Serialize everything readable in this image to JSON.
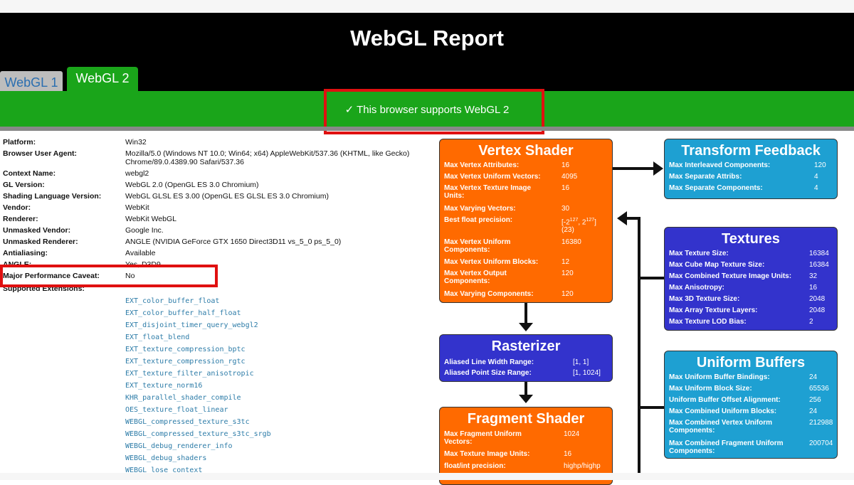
{
  "header": {
    "title": "WebGL Report"
  },
  "tabs": [
    {
      "label": "WebGL 1"
    },
    {
      "label": "WebGL 2"
    }
  ],
  "support_message": "✓ This browser supports WebGL 2",
  "colors": {
    "header_bg": "#000000",
    "green": "#1aa51a",
    "highlight": "#e01010",
    "vertex": "#ff6a00",
    "fragment": "#ff6a00",
    "rasterizer": "#3333cc",
    "textures": "#3333cc",
    "transform_feedback": "#1ea0d2",
    "uniform_buffers": "#1ea0d2",
    "extension_text": "#2d7ca8"
  },
  "info": [
    {
      "key": "Platform:",
      "value": "Win32"
    },
    {
      "key": "Browser User Agent:",
      "value": "Mozilla/5.0 (Windows NT 10.0; Win64; x64) AppleWebKit/537.36 (KHTML, like Gecko)",
      "value2": "Chrome/89.0.4389.90 Safari/537.36"
    },
    {
      "key": "Context Name:",
      "value": "webgl2"
    },
    {
      "key": "GL Version:",
      "value": "WebGL 2.0 (OpenGL ES 3.0 Chromium)"
    },
    {
      "key": "Shading Language Version:",
      "value": "WebGL GLSL ES 3.00 (OpenGL ES GLSL ES 3.0 Chromium)"
    },
    {
      "key": "Vendor:",
      "value": "WebKit"
    },
    {
      "key": "Renderer:",
      "value": "WebKit WebGL"
    },
    {
      "key": "Unmasked Vendor:",
      "value": "Google Inc."
    },
    {
      "key": "Unmasked Renderer:",
      "value": "ANGLE (NVIDIA GeForce GTX 1650 Direct3D11 vs_5_0 ps_5_0)"
    },
    {
      "key": "Antialiasing:",
      "value": "Available"
    },
    {
      "key": "ANGLE:",
      "value": "Yes, D3D9"
    },
    {
      "key": "Major Performance Caveat:",
      "value": "No"
    },
    {
      "key": "Supported Extensions:",
      "value": ""
    }
  ],
  "extensions": [
    "EXT_color_buffer_float",
    "EXT_color_buffer_half_float",
    "EXT_disjoint_timer_query_webgl2",
    "EXT_float_blend",
    "EXT_texture_compression_bptc",
    "EXT_texture_compression_rgtc",
    "EXT_texture_filter_anisotropic",
    "EXT_texture_norm16",
    "KHR_parallel_shader_compile",
    "OES_texture_float_linear",
    "WEBGL_compressed_texture_s3tc",
    "WEBGL_compressed_texture_s3tc_srgb",
    "WEBGL_debug_renderer_info",
    "WEBGL_debug_shaders",
    "WEBGL_lose_context"
  ],
  "vertex_shader": {
    "title": "Vertex Shader",
    "rows": [
      {
        "k": "Max Vertex Attributes:",
        "v": "16"
      },
      {
        "k": "Max Vertex Uniform Vectors:",
        "v": "4095"
      },
      {
        "k": "Max Vertex Texture Image",
        "k2": "Units:",
        "v": "16"
      },
      {
        "k": "Max Varying Vectors:",
        "v": "30"
      },
      {
        "k": "Best float precision:",
        "v": "[-2",
        "exp1": "127",
        "v_mid": ", 2",
        "exp2": "127",
        "v_end": "]",
        "v2": "(23)"
      },
      {
        "k": "Max Vertex Uniform",
        "k2": "Components:",
        "v": "16380"
      },
      {
        "k": "Max Vertex Uniform Blocks:",
        "v": "12"
      },
      {
        "k": "Max Vertex Output",
        "k2": "Components:",
        "v": "120"
      },
      {
        "k": "Max Varying Components:",
        "v": "120"
      }
    ]
  },
  "rasterizer": {
    "title": "Rasterizer",
    "rows": [
      {
        "k": "Aliased Line Width Range:",
        "v": "[1, 1]"
      },
      {
        "k": "Aliased Point Size Range:",
        "v": "[1, 1024]"
      }
    ]
  },
  "fragment_shader": {
    "title": "Fragment Shader",
    "rows": [
      {
        "k": "Max Fragment Uniform",
        "k2": "Vectors:",
        "v": "1024"
      },
      {
        "k": "Max Texture Image Units:",
        "v": "16"
      },
      {
        "k": "float/int precision:",
        "v": "highp/highp"
      }
    ]
  },
  "transform_feedback": {
    "title": "Transform Feedback",
    "rows": [
      {
        "k": "Max Interleaved Components:",
        "v": "120"
      },
      {
        "k": "Max Separate Attribs:",
        "v": "4"
      },
      {
        "k": "Max Separate Components:",
        "v": "4"
      }
    ]
  },
  "textures": {
    "title": "Textures",
    "rows": [
      {
        "k": "Max Texture Size:",
        "v": "16384"
      },
      {
        "k": "Max Cube Map Texture Size:",
        "v": "16384"
      },
      {
        "k": "Max Combined Texture Image Units:",
        "v": "32"
      },
      {
        "k": "Max Anisotropy:",
        "v": "16"
      },
      {
        "k": "Max 3D Texture Size:",
        "v": "2048"
      },
      {
        "k": "Max Array Texture Layers:",
        "v": "2048"
      },
      {
        "k": "Max Texture LOD Bias:",
        "v": "2"
      }
    ]
  },
  "uniform_buffers": {
    "title": "Uniform Buffers",
    "rows": [
      {
        "k": "Max Uniform Buffer Bindings:",
        "v": "24"
      },
      {
        "k": "Max Uniform Block Size:",
        "v": "65536"
      },
      {
        "k": "Uniform Buffer Offset Alignment:",
        "v": "256"
      },
      {
        "k": "Max Combined Uniform Blocks:",
        "v": "24"
      },
      {
        "k": "Max Combined Vertex Uniform",
        "k2": "Components:",
        "v": "212988"
      },
      {
        "k": "Max Combined Fragment Uniform",
        "k2": "Components:",
        "v": "200704"
      }
    ]
  }
}
